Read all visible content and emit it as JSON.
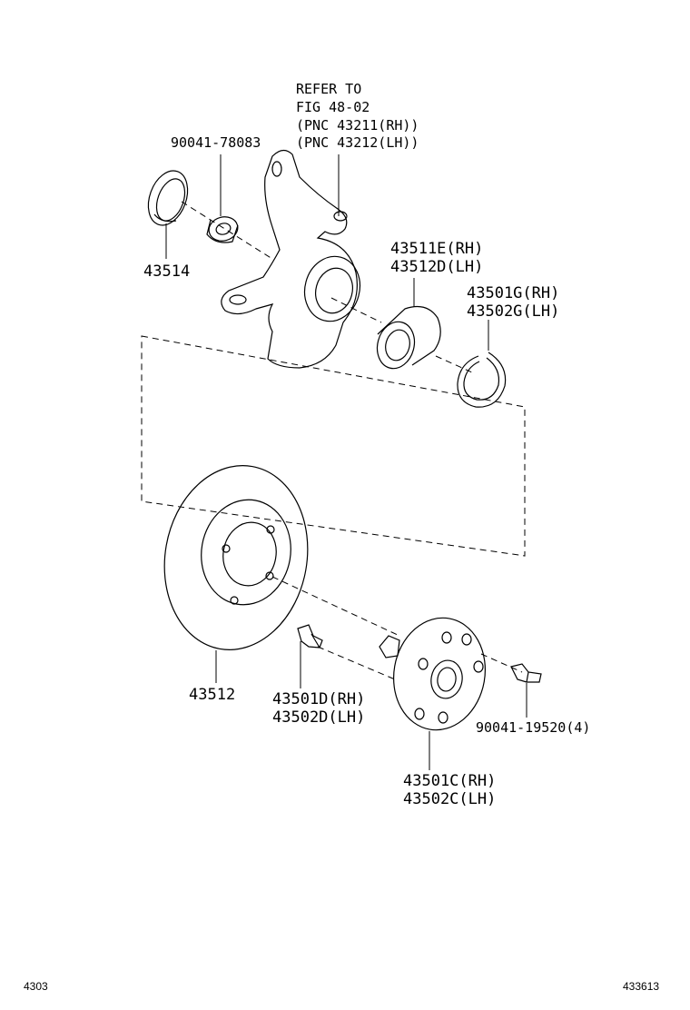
{
  "reference_note": {
    "line1": "REFER TO",
    "line2": "FIG 48-02",
    "line3": "(PNC 43211(RH))",
    "line4": "(PNC 43212(LH))"
  },
  "parts": {
    "bolt_top": "90041-78083",
    "seal": "43514",
    "bearing": {
      "rh": "43511E(RH)",
      "lh": "43512D(LH)"
    },
    "snap_ring": {
      "rh": "43501G(RH)",
      "lh": "43502G(LH)"
    },
    "disc": "43512",
    "hub_bolt": {
      "rh": "43501D(RH)",
      "lh": "43502D(LH)"
    },
    "flange_bolt": "90041-19520(4)",
    "hub": {
      "rh": "43501C(RH)",
      "lh": "43502C(LH)"
    }
  },
  "footer": {
    "left_code": "4303",
    "right_code": "433613"
  }
}
